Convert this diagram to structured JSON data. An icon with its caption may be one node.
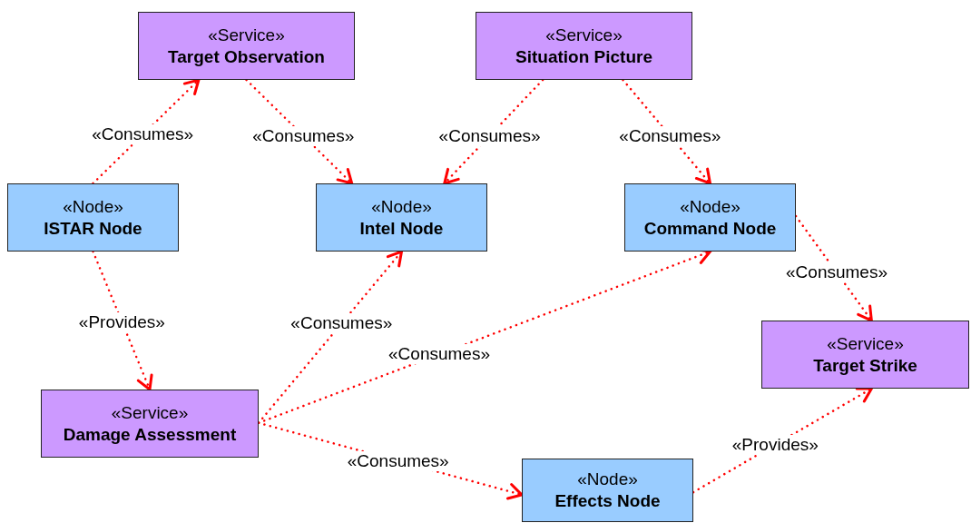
{
  "diagram": {
    "nodes": [
      {
        "text": [
          "«Service»",
          "Target Observation"
        ]
      },
      {
        "text": [
          "«Service»",
          "Situation Picture"
        ]
      },
      {
        "text": [
          "«Node»",
          "ISTAR Node"
        ]
      },
      {
        "text": [
          "«Node»",
          "Intel Node"
        ]
      },
      {
        "text": [
          "«Node»",
          "Command Node"
        ]
      },
      {
        "text": [
          "«Service»",
          "Target Strike"
        ]
      },
      {
        "text": [
          "«Service»",
          "Damage Assessment"
        ]
      },
      {
        "text": [
          "«Node»",
          "Effects Node"
        ]
      }
    ],
    "edges": [
      {
        "from": 2,
        "to": 0,
        "arrow": "to",
        "label": "«Consumes»"
      },
      {
        "from": 0,
        "to": 3,
        "arrow": "to",
        "label": "«Consumes»"
      },
      {
        "from": 1,
        "to": 3,
        "arrow": "to",
        "label": "«Consumes»"
      },
      {
        "from": 1,
        "to": 4,
        "arrow": "to",
        "label": "«Consumes»"
      },
      {
        "from": 4,
        "to": 5,
        "arrow": "to",
        "label": "«Consumes»"
      },
      {
        "from": 2,
        "to": 6,
        "arrow": "to",
        "label": "«Provides»"
      },
      {
        "from": 6,
        "to": 3,
        "arrow": "to",
        "label": "«Consumes»"
      },
      {
        "from": 6,
        "to": 4,
        "arrow": "to",
        "label": "«Consumes»"
      },
      {
        "from": 6,
        "to": 7,
        "arrow": "to",
        "label": "«Consumes»"
      },
      {
        "from": 7,
        "to": 5,
        "arrow": "to",
        "label": "«Provides»"
      }
    ]
  }
}
